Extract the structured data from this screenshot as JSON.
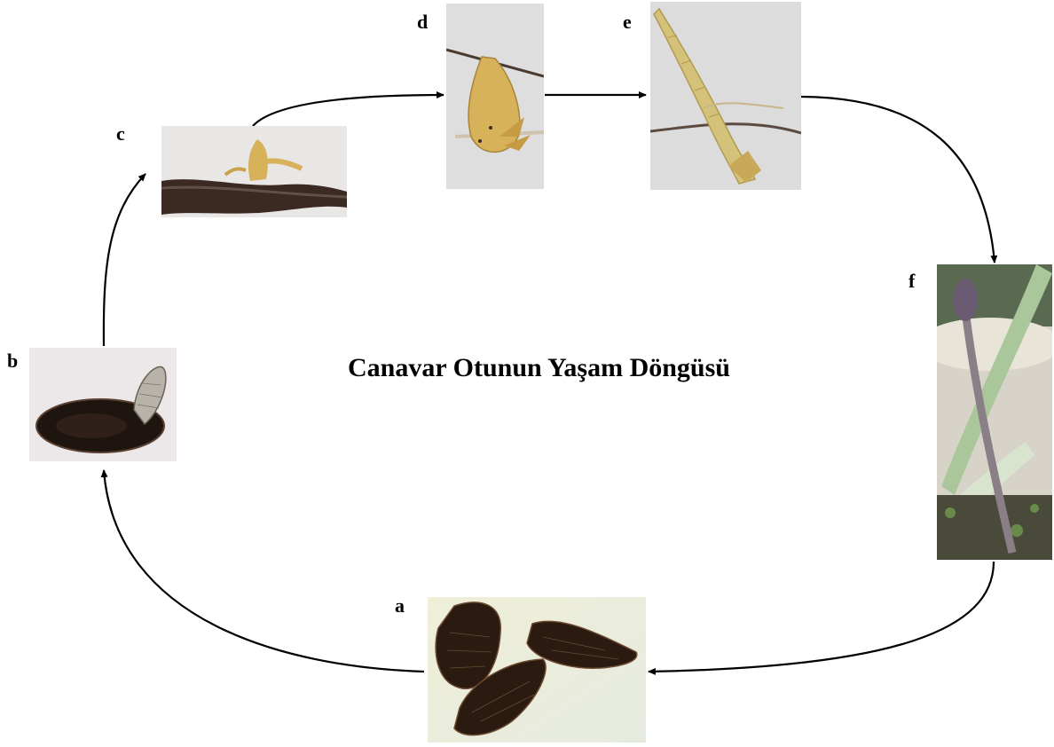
{
  "title": "Canavar Otunun Yaşam Döngüsü",
  "stages": [
    {
      "label": "a",
      "icon": "seeds-photo"
    },
    {
      "label": "b",
      "icon": "germinating-seed-photo"
    },
    {
      "label": "c",
      "icon": "host-root-attachment-photo"
    },
    {
      "label": "d",
      "icon": "tubercle-photo"
    },
    {
      "label": "e",
      "icon": "underground-shoot-photo"
    },
    {
      "label": "f",
      "icon": "emerged-flowering-shoot-photo"
    }
  ],
  "colors": {
    "arrow": "#000000",
    "seed_dark": "#2b1a10",
    "tissue_yellow": "#d7b25a",
    "root_dark": "#3b2a22",
    "stem_purple": "#8a7f86",
    "leaf_green": "#a9c79a"
  }
}
